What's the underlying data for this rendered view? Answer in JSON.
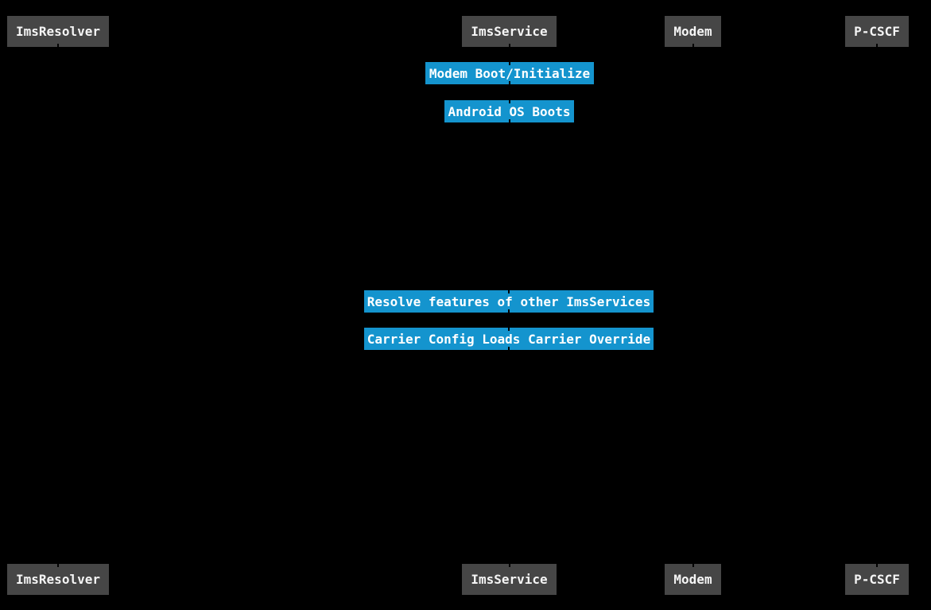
{
  "diagram": {
    "kind": "sequence-diagram",
    "colors": {
      "background": "#000000",
      "participant_fill": "#464646",
      "participant_text": "#f5f5f5",
      "note_fill": "#1494ce",
      "note_text": "#ffffff",
      "lifeline": "#000000"
    },
    "participants": [
      {
        "name": "ImsResolver"
      },
      {
        "name": "ImsService"
      },
      {
        "name": "Modem"
      },
      {
        "name": "P-CSCF"
      }
    ],
    "notes": [
      {
        "text": "Modem Boot/Initialize"
      },
      {
        "text": "Android OS Boots"
      },
      {
        "text": "Resolve features of other ImsServices"
      },
      {
        "text": "Carrier Config Loads Carrier Override"
      }
    ]
  }
}
